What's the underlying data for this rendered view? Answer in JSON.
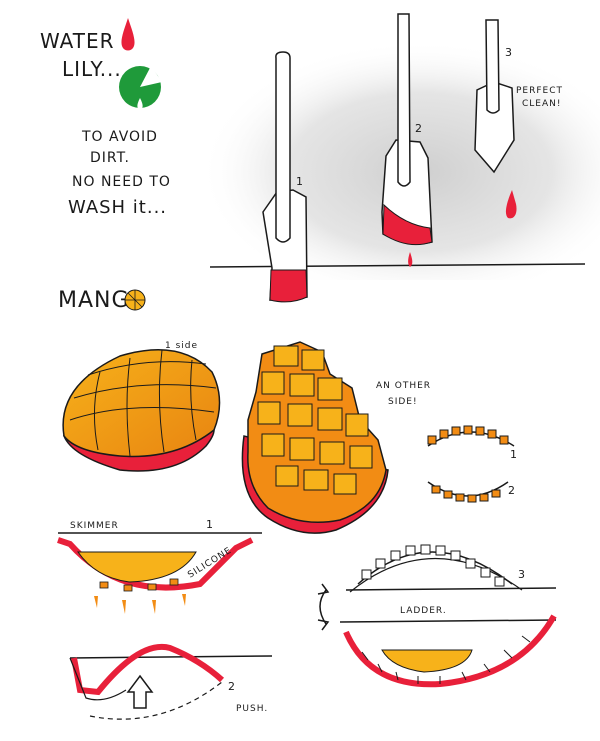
{
  "title_water_lily": [
    "WATER",
    "LILY..."
  ],
  "note_lines": [
    "TO AVOID",
    "DIRT.",
    "NO NEED TO",
    "WASH it..."
  ],
  "step_numbers": [
    "1",
    "2",
    "3"
  ],
  "perfect_clean": [
    "PERFECT",
    "CLEAN!"
  ],
  "mango_title": "MANG",
  "side_one": "1 side",
  "another_side": [
    "AN OTHER",
    "SIDE!"
  ],
  "skimmer_label": "SKIMMER",
  "silicone_label": "SILICONE",
  "ladder_label": "LADDER.",
  "push_label": "PUSH.",
  "colors": {
    "red": "#e8203a",
    "green": "#1f9a3a",
    "orange": "#f28c14",
    "yellow": "#f7b21a",
    "ink": "#1a1a1a"
  }
}
